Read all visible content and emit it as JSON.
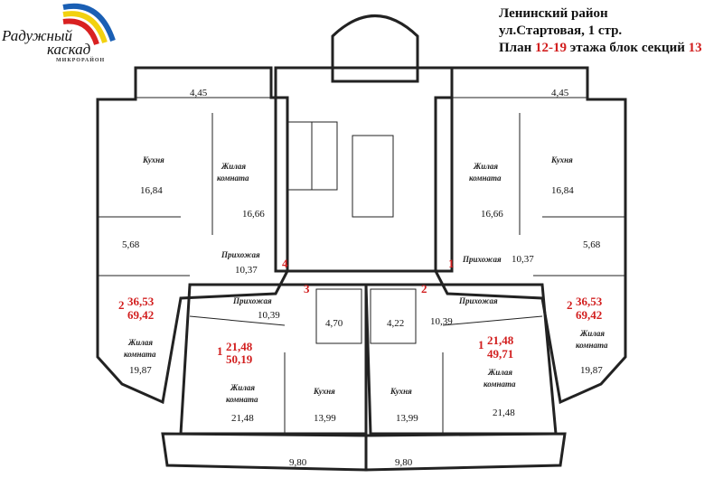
{
  "logo": {
    "line1": "Радужный",
    "line2": "каскад",
    "line3": "МИКРОРАЙОН"
  },
  "header": {
    "district": "Ленинский район",
    "street": "ул.Стартовая, 1 стр.",
    "plan_prefix": "План ",
    "floors": "12-19",
    "plan_middle": " этажа блок секций ",
    "section": "13"
  },
  "colors": {
    "pink": "#ecdde4",
    "blue": "#d9e7f1",
    "green": "#dcefd9",
    "orange": "#f6dfcd",
    "red": "#d21f1f"
  },
  "apartments": {
    "left": {
      "number": "2",
      "area_living": "36,53",
      "area_total": "69,42",
      "balcony": "4,45",
      "kitchen_label": "Кухня",
      "kitchen": "16,84",
      "room1_label1": "Жилая",
      "room1_label2": "комната",
      "room1": "16,66",
      "bath": "5,68",
      "hall_label": "Прихожая",
      "hall": "10,37",
      "room2_label1": "Жилая",
      "room2_label2": "комната",
      "room2": "19,87",
      "door_no": "4"
    },
    "right": {
      "number": "2",
      "area_living": "36,53",
      "area_total": "69,42",
      "balcony": "4,45",
      "kitchen_label": "Кухня",
      "kitchen": "16,84",
      "room1_label1": "Жилая",
      "room1_label2": "комната",
      "room1": "16,66",
      "bath": "5,68",
      "hall_label": "Прихожая",
      "hall": "10,37",
      "room2_label1": "Жилая",
      "room2_label2": "комната",
      "room2": "19,87",
      "door_no": "1"
    },
    "green": {
      "number": "1",
      "area_living": "21,48",
      "area_total": "50,19",
      "hall_label": "Прихожая",
      "hall": "10,39",
      "bath": "4,70",
      "room_label1": "Жилая",
      "room_label2": "комната",
      "room": "21,48",
      "kitchen_label": "Кухня",
      "kitchen": "13,99",
      "balcony": "9,80",
      "door_no": "3"
    },
    "orange": {
      "number": "1",
      "area_living": "21,48",
      "area_total": "49,71",
      "hall_label": "Прихожая",
      "hall": "10,39",
      "bath": "4,22",
      "room_label1": "Жилая",
      "room_label2": "комната",
      "room": "21,48",
      "kitchen_label": "Кухня",
      "kitchen": "13,99",
      "balcony": "9,80",
      "door_no": "2"
    }
  }
}
